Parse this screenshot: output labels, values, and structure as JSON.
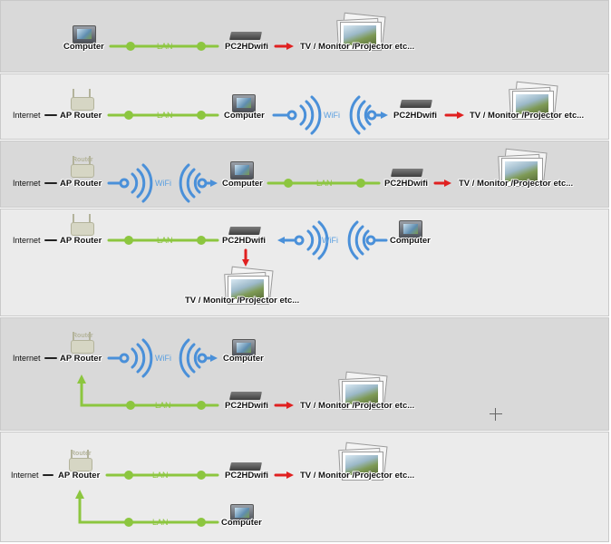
{
  "labels": {
    "computer": "Computer",
    "pc2hd": "PC2HDwifi",
    "tv": "TV / Monitor /Projector etc...",
    "ap_router": "AP Router",
    "internet": "Internet",
    "lan": "LAN",
    "wifi": "WiFi",
    "router_badge": "Router"
  },
  "colors": {
    "lan_green": "#8cc63f",
    "wifi_blue": "#4a90d9",
    "arrow_red": "#e02020",
    "panel_dark": "#d9d9d9",
    "panel_light": "#ebebeb"
  },
  "icons": [
    "computer-icon",
    "router-icon",
    "pc2hd-device-icon",
    "tv-monitor-icon",
    "wifi-signal-icon",
    "crosshair-cursor-icon"
  ]
}
